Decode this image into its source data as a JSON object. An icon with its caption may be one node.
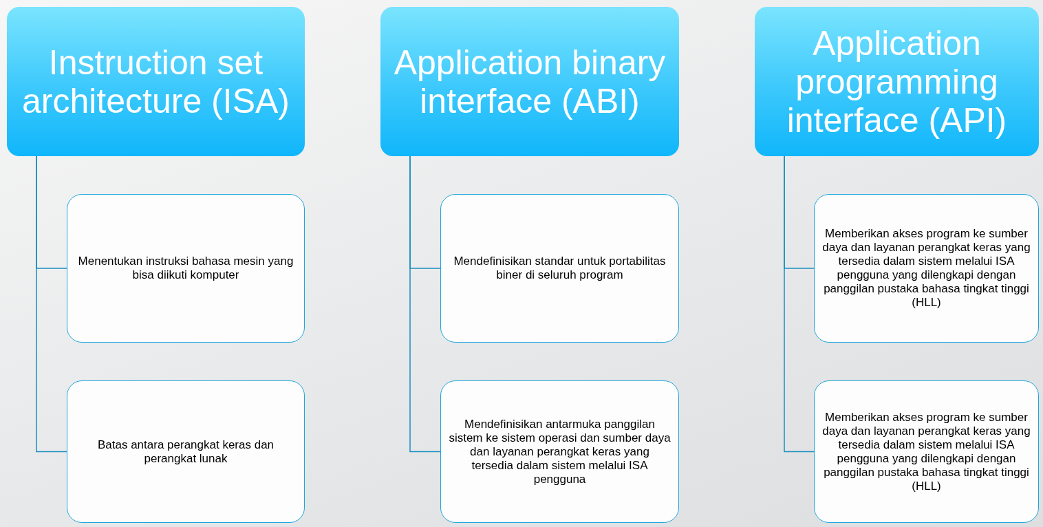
{
  "diagram": {
    "nodes": [
      {
        "text": [
          "Instruction set architecture (ISA)"
        ]
      },
      {
        "text": [
          "Menentukan instruksi bahasa mesin yang bisa diikuti komputer"
        ]
      },
      {
        "text": [
          "Batas antara perangkat keras dan perangkat lunak"
        ]
      },
      {
        "text": [
          "Application binary interface (ABI)"
        ]
      },
      {
        "text": [
          "Mendefinisikan standar untuk portabilitas biner di seluruh program"
        ]
      },
      {
        "text": [
          "Mendefinisikan antarmuka panggilan sistem ke sistem operasi dan sumber daya dan layanan perangkat keras yang tersedia dalam sistem melalui ISA pengguna"
        ]
      },
      {
        "text": [
          "Application programming interface (API)"
        ]
      },
      {
        "text": [
          "Memberikan akses program ke sumber daya dan layanan perangkat keras yang tersedia dalam sistem melalui ISA pengguna yang dilengkapi dengan panggilan pustaka bahasa tingkat tinggi (HLL)"
        ]
      },
      {
        "text": [
          "Memberikan akses program ke sumber daya dan layanan perangkat keras yang tersedia dalam sistem melalui ISA pengguna yang dilengkapi dengan panggilan pustaka bahasa tingkat tinggi (HLL)"
        ]
      }
    ],
    "edges": [
      {
        "from": 0,
        "to": 1,
        "arrow": "none"
      },
      {
        "from": 0,
        "to": 2,
        "arrow": "none"
      },
      {
        "from": 3,
        "to": 4,
        "arrow": "none"
      },
      {
        "from": 3,
        "to": 5,
        "arrow": "none"
      },
      {
        "from": 6,
        "to": 7,
        "arrow": "none"
      },
      {
        "from": 6,
        "to": 8,
        "arrow": "none"
      }
    ]
  }
}
